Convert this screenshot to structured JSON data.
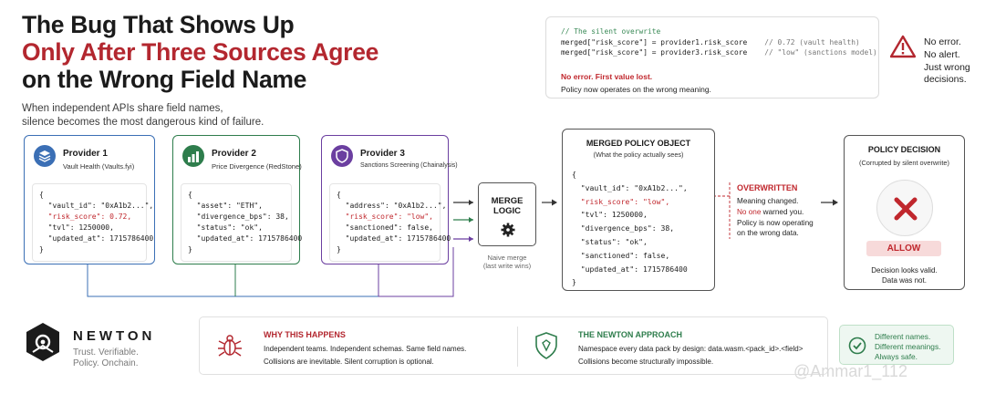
{
  "title": {
    "line1": "The Bug That Shows Up",
    "line2": "Only After Three Sources Agree",
    "line3": "on the Wrong Field Name"
  },
  "subtitle": {
    "line1": "When independent APIs share field names,",
    "line2": "silence becomes the most dangerous kind of failure."
  },
  "silent_overwrite": {
    "comment": "// The silent overwrite",
    "line1_lhs": "merged[\"risk_score\"] = provider1.risk_score",
    "line1_cmt": "// 0.72 (vault health)",
    "line2_lhs": "merged[\"risk_score\"] = provider3.risk_score",
    "line2_cmt": "// \"low\" (sanctions model)",
    "error": "No error. First value lost.",
    "policy": "Policy now operates on the wrong meaning."
  },
  "side_alert": {
    "l1": "No error.",
    "l2": "No alert.",
    "l3": "Just wrong",
    "l4": "decisions."
  },
  "providers": [
    {
      "name": "Provider 1",
      "source": "Vault Health (Vaults.fyi)",
      "color": "#3b6fb5",
      "icon": "layers-icon",
      "lines": [
        "{",
        "\"vault_id\": \"0xA1b2...\",",
        "\"risk_score\": 0.72,",
        "\"tvl\": 1250000,",
        "\"updated_at\": 1715786400",
        "}"
      ]
    },
    {
      "name": "Provider 2",
      "source": "Price Divergence (RedStone)",
      "color": "#2e7d4c",
      "icon": "bar-chart-icon",
      "lines": [
        "{",
        "\"asset\": \"ETH\",",
        "\"divergence_bps\": 38,",
        "\"status\": \"ok\",",
        "\"updated_at\": 1715786400",
        "}"
      ]
    },
    {
      "name": "Provider 3",
      "source": "Sanctions Screening (Chainalysis)",
      "color": "#6b3fa0",
      "icon": "shield-icon",
      "lines": [
        "{",
        "\"address\": \"0xA1b2...\",",
        "\"risk_score\": \"low\",",
        "\"sanctioned\": false,",
        "\"updated_at\": 1715786400",
        "}"
      ]
    }
  ],
  "merge": {
    "label_l1": "MERGE",
    "label_l2": "LOGIC",
    "caption_l1": "Naive merge",
    "caption_l2": "(last write wins)"
  },
  "merged_object": {
    "title": "MERGED POLICY OBJECT",
    "subtitle": "(What the policy actually sees)",
    "lines": [
      "{",
      "\"vault_id\": \"0xA1b2...\",",
      "\"risk_score\": \"low\",",
      "\"tvl\": 1250000,",
      "\"divergence_bps\": 38,",
      "\"status\": \"ok\",",
      "\"sanctioned\": false,",
      "\"updated_at\": 1715786400",
      "}"
    ]
  },
  "overwritten": {
    "title": "OVERWRITTEN",
    "l1": "Meaning changed.",
    "l2_red": "No one",
    "l2_rest": " warned you.",
    "l3": "Policy is now operating",
    "l4": "on the wrong data."
  },
  "decision": {
    "title": "POLICY DECISION",
    "subtitle": "(Corrupted by silent overwrite)",
    "badge": "ALLOW",
    "l1": "Decision looks valid.",
    "l2": "Data was not."
  },
  "logo": {
    "word": "NEWTON",
    "tag1": "Trust. Verifiable.",
    "tag2": "Policy. Onchain."
  },
  "why": {
    "title": "WHY THIS HAPPENS",
    "l1": "Independent teams. Independent schemas. Same field names.",
    "l2": "Collisions are inevitable. Silent corruption is optional."
  },
  "approach": {
    "title": "THE NEWTON APPROACH",
    "l1": "Namespace every data pack by design: data.wasm.<pack_id>.<field>",
    "l2": "Collisions become structurally impossible."
  },
  "safe": {
    "l1": "Different names.",
    "l2": "Different meanings.",
    "l3": "Always safe."
  },
  "watermark": "@Ammar1_112",
  "colors": {
    "accent_red": "#b3272f",
    "accent_green": "#2e7d4c",
    "provider1": "#3b6fb5",
    "provider2": "#2e7d4c",
    "provider3": "#6b3fa0"
  }
}
